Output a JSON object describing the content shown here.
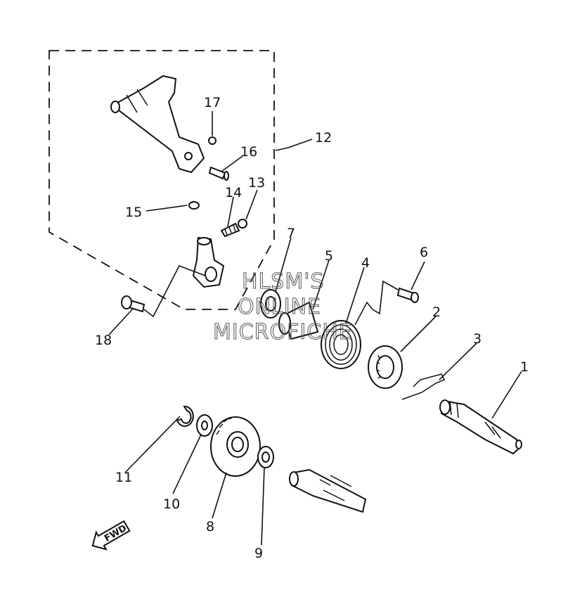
{
  "diagram": {
    "callouts": [
      "1",
      "2",
      "3",
      "4",
      "5",
      "6",
      "7",
      "8",
      "9",
      "10",
      "11",
      "12",
      "13",
      "14",
      "15",
      "16",
      "17",
      "18"
    ],
    "watermark": [
      "HLSM'S",
      "ONLINE",
      "MICROFICHE"
    ],
    "direction_label": "FWD"
  }
}
